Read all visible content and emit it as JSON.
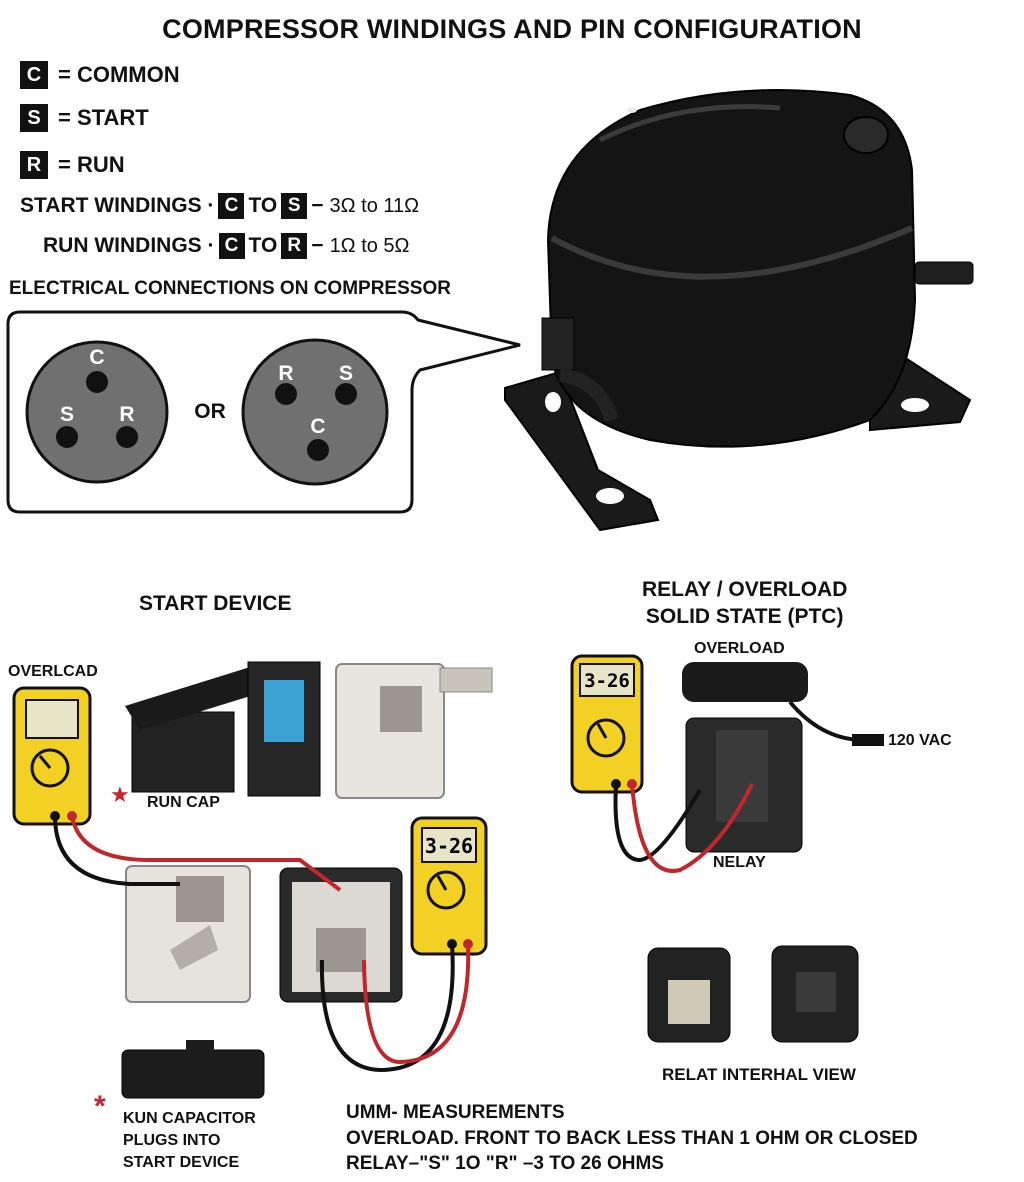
{
  "title": "COMPRESSOR WINDINGS AND PIN CONFIGURATION",
  "legend": [
    {
      "letter": "C",
      "text": "= COMMON"
    },
    {
      "letter": "S",
      "text": "= START"
    },
    {
      "letter": "R",
      "text": "= RUN"
    }
  ],
  "windings": {
    "start": {
      "label": "START WINDINGS ·",
      "from": "C",
      "to_word": "TO",
      "to": "S",
      "dash": "−",
      "value": "3Ω to 11Ω"
    },
    "run": {
      "label": "RUN WINDINGS ·",
      "from": "C",
      "to_word": "TO",
      "to": "R",
      "dash": "−",
      "value": "1Ω to 5Ω"
    }
  },
  "connections": {
    "heading": "ELECTRICAL CONNECTIONS ON COMPRESSOR",
    "or_text": "OR",
    "config_a": {
      "top": "C",
      "left": "S",
      "right": "R"
    },
    "config_b": {
      "left": "R",
      "right": "S",
      "bottom": "C"
    }
  },
  "start_device": {
    "heading": "START DEVICE",
    "overload_label": "OVERLCAD",
    "run_cap_label": "RUN CAP",
    "meter_reading": "3-26",
    "capacitor_note": [
      "KUN CAPACITOR",
      "PLUGS INTO",
      "START DEVICE"
    ],
    "star": "★",
    "asterisk": "*"
  },
  "relay": {
    "heading_line1": "RELAY / OVERLOAD",
    "heading_line2": "SOLID STATE (PTC)",
    "overload_label": "OVERLOAD",
    "vac_label": "120 VAC",
    "relay_label": "NELAY",
    "meter_reading": "3-26",
    "internal_view": "RELAT INTERHAL VIEW"
  },
  "measurements": {
    "heading": "UMM- MEASUREMENTS",
    "line1": "OVERLOAD. FRONT TO BACK  LESS THAN 1 OHM OR CLOSED",
    "line2": "RELAY–\"S\" 1O \"R\" –3 TO 26 OHMS"
  },
  "colors": {
    "meter_yellow": "#f2d024",
    "pin_circle": "#6e6e6e",
    "compressor": "#141414",
    "wire_red": "#c0262c"
  }
}
